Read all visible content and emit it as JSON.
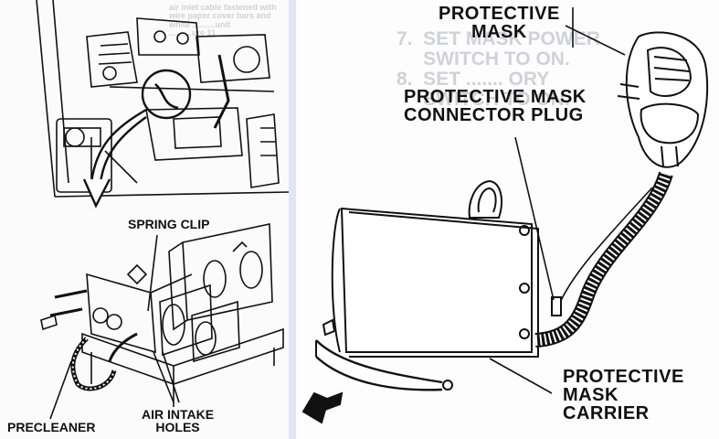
{
  "left": {
    "labels": {
      "spring_clip": "SPRING CLIP",
      "precleaner": "PRECLEANER",
      "air_intake": "AIR INTAKE\nHOLES"
    },
    "bleed_text": "air inlet cable fastened with\nwire paper cover bars and\nwhite ..........unit\n..........ure 11"
  },
  "right": {
    "labels": {
      "protective_mask": "PROTECTIVE\nMASK",
      "connector_plug": "PROTECTIVE MASK\nCONNECTOR PLUG",
      "carrier": "PROTECTIVE\nMASK\nCARRIER"
    },
    "bleed_text": "7.  SET MASK POWER\n     SWITCH TO ON.\n8.  SET ....... ORY\n     SWITCH TO ON."
  },
  "colors": {
    "ink": "#111111",
    "divider": "#dfe6f7",
    "bleed": "#cfd2d8"
  }
}
